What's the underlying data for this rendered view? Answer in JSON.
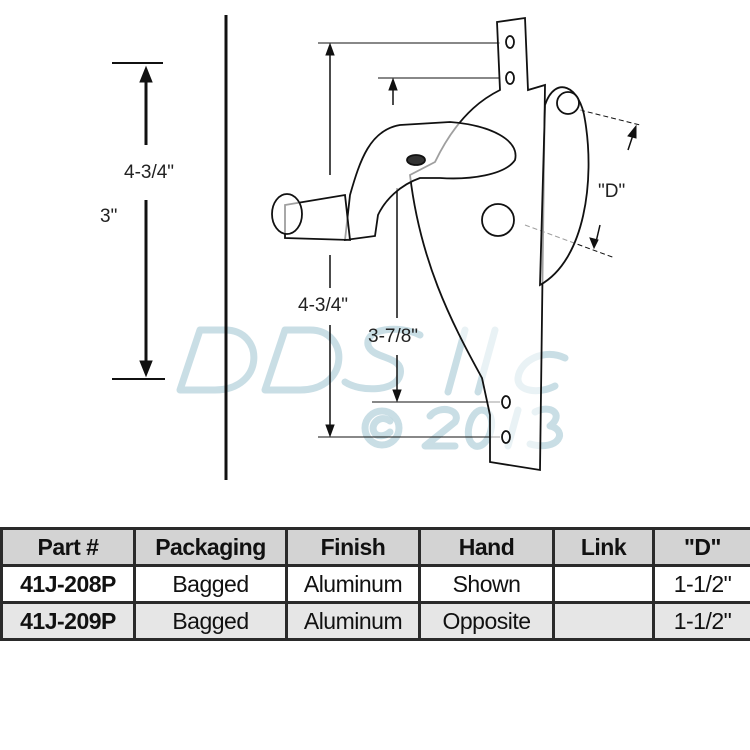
{
  "diagram": {
    "dimensions": {
      "left_height": "4-3/4\"",
      "left_partial": "3\"",
      "inner_height": "4-3/4\"",
      "hole_spacing": "3-7/8\"",
      "offset_label": "\"D\""
    },
    "watermark": {
      "line1": "DDS llc",
      "line2": "© 2013"
    }
  },
  "table": {
    "headers": [
      "Part #",
      "Packaging",
      "Finish",
      "Hand",
      "Link",
      "\"D\""
    ],
    "rows": [
      [
        "41J-208P",
        "Bagged",
        "Aluminum",
        "Shown",
        "",
        "1-1/2\""
      ],
      [
        "41J-209P",
        "Bagged",
        "Aluminum",
        "Opposite",
        "",
        "1-1/2\""
      ]
    ]
  }
}
